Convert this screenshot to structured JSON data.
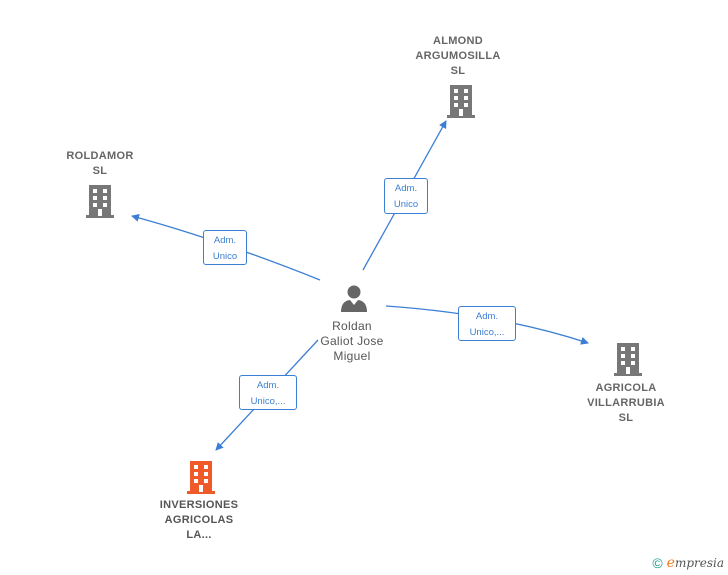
{
  "nodes": {
    "person": {
      "lines": [
        "Roldan",
        "Galiot Jose",
        "Miguel"
      ],
      "icon": "person-icon"
    },
    "almond": {
      "lines": [
        "ALMOND",
        "ARGUMOSILLA",
        "SL"
      ],
      "icon": "building-icon"
    },
    "roldamor": {
      "lines": [
        "ROLDAMOR",
        "SL"
      ],
      "icon": "building-icon"
    },
    "agricola": {
      "lines": [
        "AGRICOLA",
        "VILLARRUBIA",
        "SL"
      ],
      "icon": "building-icon"
    },
    "inversiones": {
      "lines": [
        "INVERSIONES",
        "AGRICOLAS",
        "LA..."
      ],
      "icon": "building-icon",
      "color": "#f05a28"
    }
  },
  "edges": {
    "to_almond": {
      "lines": [
        "Adm.",
        "Unico"
      ]
    },
    "to_roldamor": {
      "lines": [
        "Adm.",
        "Unico"
      ]
    },
    "to_agricola": {
      "lines": [
        "Adm.",
        "Unico,..."
      ]
    },
    "to_inversiones": {
      "lines": [
        "Adm.",
        "Unico,..."
      ]
    }
  },
  "colors": {
    "edge": "#3b7fd4",
    "building": "#777777",
    "highlight": "#f05a28",
    "person": "#666666"
  },
  "footer": {
    "copyright": "©",
    "brand_initial": "e",
    "brand_rest": "mpresia"
  }
}
